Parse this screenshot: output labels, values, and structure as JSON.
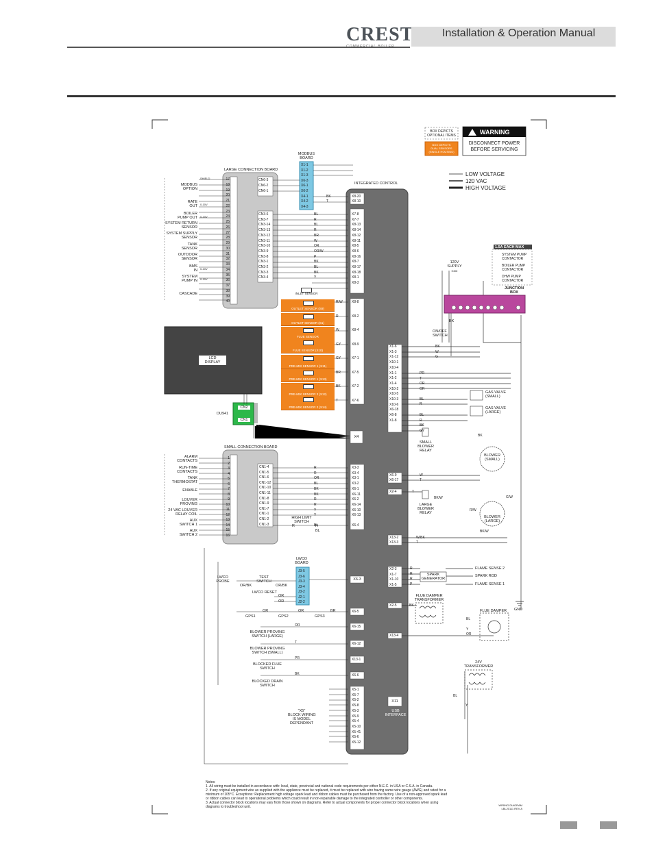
{
  "header": {
    "brand": "CREST",
    "brand_sub": "COMMERCIAL BOILER",
    "title": "Installation & Operation Manual"
  },
  "warning": {
    "title": "WARNING",
    "body1": "DISCONNECT POWER",
    "body2": "BEFORE SERVICING"
  },
  "legend_optional": {
    "text1": "BOX DEPICTS",
    "text2": "OPTIONAL ITEMS"
  },
  "legend_dual": {
    "text1": "BOX DEPICTS",
    "text2": "DUAL SENSORS",
    "text3": "(SINGLE HOUSING)"
  },
  "legend_lines": [
    "LOW VOLTAGE",
    "120 VAC",
    "HIGH VOLTAGE"
  ],
  "large_board": {
    "title": "LARGE CONNECTION BOARD",
    "terminals": [
      "17",
      "18",
      "19",
      "20",
      "21",
      "22",
      "23",
      "24",
      "25",
      "26",
      "27",
      "28",
      "29",
      "30",
      "31",
      "32",
      "33",
      "34",
      "35",
      "36",
      "37",
      "38",
      "39",
      "40"
    ],
    "field_labels": [
      {
        "name": "MODBUS OPTION",
        "l1": "MODBUS",
        "l2": "OPTION"
      },
      {
        "name": "RATE OUT",
        "l1": "RATE",
        "l2": "OUT"
      },
      {
        "name": "BOILER PUMP OUT",
        "l1": "BOILER",
        "l2": "PUMP OUT"
      },
      {
        "name": "SYSTEM RETURN SENSOR",
        "l1": "SYSTEM RETURN",
        "l2": "SENSOR"
      },
      {
        "name": "SYSTEM SUPPLY SENSOR",
        "l1": "SYSTEM SUPPLY",
        "l2": "SENSOR"
      },
      {
        "name": "TANK SENSOR",
        "l1": "TANK",
        "l2": "SENSOR"
      },
      {
        "name": "OUTDOOR SENSOR",
        "l1": "OUTDOOR",
        "l2": "SENSOR"
      },
      {
        "name": "BMS IN",
        "l1": "BMS",
        "l2": "IN"
      },
      {
        "name": "SYSTEM PUMP IN",
        "l1": "SYSTEM",
        "l2": "PUMP IN"
      },
      {
        "name": "CASCADE",
        "l1": "CASCADE",
        "l2": ""
      }
    ],
    "connectors": [
      "CN6-3",
      "CN6-2",
      "CN6-1",
      "CN3-6",
      "CN3-7",
      "CN3-14",
      "CN3-13",
      "CN3-12",
      "CN3-11",
      "CN3-10",
      "CN3-9",
      "CN3-8",
      "CN3-1",
      "CN3-2",
      "CN3-3",
      "CN3-4"
    ],
    "small_labels": [
      "SHIELD",
      "0-10V",
      "0-10V",
      "0-10V",
      "0-10V"
    ]
  },
  "modbus": {
    "title": "MODBUS",
    "title2": "BOARD",
    "pins": [
      "X1-1",
      "X1-2",
      "X1-3",
      "X6-3",
      "X6-1",
      "X6-2",
      "X4-1",
      "X4-2",
      "X4-3"
    ]
  },
  "ic": {
    "title": "INTEGRATED CONTROL",
    "left_top": [
      "X8-20",
      "X8-10"
    ],
    "left_top_colors": [
      "BK",
      "T"
    ],
    "left_mid": [
      "X7-8",
      "X7-7",
      "X8-13",
      "X8-14",
      "X8-12",
      "X8-11",
      "X8-5",
      "X8-6",
      "X8-16",
      "X8-7",
      "X8-17",
      "X8-18",
      "X8-1",
      "X8-3"
    ],
    "left_mid_colors": [
      "BL",
      "R",
      "BL",
      "R",
      "BR",
      "W",
      "OR",
      "OR/W",
      "P",
      "BK",
      "BL",
      "BK",
      "Y",
      ""
    ],
    "sensor_pins": [
      "X8-8",
      "X8-2",
      "X8-4",
      "X8-9",
      "X7-1",
      "X7-5",
      "X7-2",
      "X7-6"
    ],
    "sensor_colors": [
      "R/W",
      "R",
      "W",
      "GY",
      "GY",
      "BR",
      "BK",
      "T"
    ],
    "x4": "X4",
    "left_low": [
      "X3-3",
      "X3-4",
      "X3-1",
      "X3-2",
      "X6-1",
      "X6-11",
      "X6-2",
      "X6-14",
      "X6-10",
      "X6-13",
      "X6-4"
    ],
    "left_low_colors": [
      "R",
      "R",
      "OR",
      "BL",
      "BK",
      "BK",
      "R",
      "R",
      "Y",
      "Y",
      "BL"
    ],
    "x63": "X6-3",
    "switch_pins": [
      "X6-5",
      "X6-15",
      "X6-12",
      "X13-1",
      "X6-6"
    ],
    "x5_pins": [
      "X5-1",
      "X5-7",
      "X5-2",
      "X5-8",
      "X5-3",
      "X5-9",
      "X5-4",
      "X5-10",
      "X5-41",
      "X5-6",
      "X5-12"
    ],
    "right_pins": [
      "X1-6",
      "X1-3",
      "X1-12",
      "X10-1",
      "X10-4",
      "X1-1",
      "X1-2",
      "X1-4",
      "X10-2",
      "X10-5",
      "X10-3",
      "X10-6",
      "X6-18",
      "X6-8",
      "X1-8"
    ],
    "right_pins2": [
      "X6-9",
      "X6-17"
    ],
    "right_pins3": [
      "X2-4"
    ],
    "right_pins4": [
      "X13-2",
      "X13-3"
    ],
    "right_pins5": [
      "X2-3",
      "X1-7",
      "X1-10",
      "X1-5"
    ],
    "right_pins6": [
      "X2-5"
    ],
    "right_pins7": [
      "X13-4"
    ],
    "x11": "X11",
    "usb1": "USB",
    "usb2": "INTERFACE"
  },
  "sensors": [
    {
      "name": "INLET SENSOR"
    },
    {
      "name": "OUTLET SENSOR (S9)"
    },
    {
      "name": "OUTLET SENSOR (S1)"
    },
    {
      "name": "FLUE SENSOR"
    },
    {
      "name": "FLUE SENSOR (S10)"
    },
    {
      "name": "PRE-MIX SENSOR 1 (S11)"
    },
    {
      "name": "PRE-MIX SENSOR 1 (S13)"
    },
    {
      "name": "PRE-MIX SENSOR 2 (S12)"
    },
    {
      "name": "PRE-MIX SENSOR 2 (S14)"
    }
  ],
  "lcd": {
    "l1": "LCD",
    "l2": "DISPLAY",
    "cn2": "CN2",
    "cn1": "CN1",
    "du": "DU941"
  },
  "small_board": {
    "title": "SMALL CONNECTION BOARD",
    "terminals": [
      "1",
      "2",
      "3",
      "4",
      "5",
      "6",
      "7",
      "8",
      "9",
      "10",
      "11",
      "12",
      "13",
      "14",
      "15",
      "16"
    ],
    "connectors": [
      "CN1-4",
      "CN1-5",
      "CN1-6",
      "CN1-12",
      "CN1-10",
      "CN1-11",
      "CN1-8",
      "CN1-9",
      "CN1-7",
      "CN1-1",
      "CN1-2",
      "CN1-3"
    ],
    "field_labels": [
      {
        "l1": "ALARM",
        "l2": "CONTACTS"
      },
      {
        "l1": "RUN-TIME",
        "l2": "CONTACTS"
      },
      {
        "l1": "TANK",
        "l2": "THERMOSTAT"
      },
      {
        "l1": "ENABLE",
        "l2": ""
      },
      {
        "l1": "LOUVER",
        "l2": "PROVING"
      },
      {
        "l1": "24 VAC LOUVER",
        "l2": "RELAY COIL"
      },
      {
        "l1": "AUX",
        "l2": "SWITCH 1"
      },
      {
        "l1": "AUX",
        "l2": "SWITCH 2"
      }
    ]
  },
  "high_limit": {
    "l1": "HIGH LIMIT",
    "l2": "SWITCH",
    "c1": "R",
    "c2": "R",
    "c3": "BL"
  },
  "lwco": {
    "title": "LWCO",
    "title2": "BOARD",
    "pins": [
      "J3-5",
      "J3-6",
      "J3-3",
      "J3-4",
      "J3-2",
      "J2-1",
      "J2-2"
    ],
    "probe1": "LWCO",
    "probe2": "PROBE",
    "test1": "TEST",
    "test2": "SWITCH",
    "reset": "LWCO RESET",
    "c1": "OR/BK",
    "c2": "OR/BK",
    "c3": "OR",
    "c4": "OR"
  },
  "gps": {
    "gps1": "GPS1",
    "gps2": "GPS2",
    "gps3": "GPS3",
    "or1": "OR",
    "or2": "OR",
    "br": "BR"
  },
  "switches": [
    {
      "l1": "BLOWER PROVING",
      "l2": "SWITCH (LARGE)",
      "color": "OR"
    },
    {
      "l1": "BLOWER PROVING",
      "l2": "SWITCH (SMALL)",
      "color": "T"
    },
    {
      "l1": "BLOCKED FLUE",
      "l2": "SWITCH",
      "color": "PR"
    },
    {
      "l1": "BLOCKED DRAIN",
      "l2": "SWITCH",
      "color": "BK"
    }
  ],
  "x5_note": {
    "l1": "\"X5\"",
    "l2": "BLOCK WIRING",
    "l3": "IS MODEL",
    "l4": "DEPENDANT"
  },
  "right": {
    "fuse": "1.5A EACH MAX",
    "contactors": [
      {
        "l1": "SYSTEM PUMP",
        "l2": "CONTACTOR"
      },
      {
        "l1": "BOILER PUMP",
        "l2": "CONTACTOR"
      },
      {
        "l1": "DHW PUMP",
        "l2": "CONTACTOR"
      }
    ],
    "supply1": "120V",
    "supply2": "SUPPLY",
    "gnd_small": "GND",
    "jbox1": "JUNCTION",
    "jbox2": "BOX",
    "onoff1": "ON/OFF",
    "onoff2": "SWITCH",
    "bk": "BK",
    "gas_small1": "GAS VALVE",
    "gas_small2": "(SMALL)",
    "gas_large1": "GAS VALVE",
    "gas_large2": "(LARGE)",
    "sbr1": "SMALL",
    "sbr2": "BLOWER",
    "sbr3": "RELAY",
    "lbr1": "LARGE",
    "lbr2": "BLOWER",
    "lbr3": "RELAY",
    "blower_small1": "BLOWER",
    "blower_small2": "(SMALL)",
    "blower_large1": "BLOWER",
    "blower_large2": "(LARGE)",
    "spark1": "SPARK",
    "spark2": "GENERATOR",
    "flame2": "FLAME SENSE 2",
    "sparkrod": "SPARK ROD",
    "flame1": "FLAME SENSE 1",
    "fdt1": "FLUE DAMPER",
    "fdt2": "TRANSFORMER",
    "fd": "FLUE DAMPER",
    "gnd": "GND",
    "t24a": "24V",
    "t24b": "TRANSFORMER",
    "colors1": [
      "BK",
      "W",
      "G"
    ],
    "colors2": [
      "PR",
      "T",
      "OR",
      "OR"
    ],
    "colors3": [
      "BL",
      "R"
    ],
    "colors4": [
      "BL",
      "R",
      "BK",
      "GY"
    ],
    "colors5": [
      "W",
      "T"
    ],
    "colors6": [
      "T",
      "BK/W"
    ],
    "colors7": [
      "W/BK",
      "T"
    ],
    "colors8": [
      "R",
      "R",
      "R",
      "P"
    ],
    "colors9": [
      "BK",
      "BL",
      "Y",
      "OR"
    ],
    "colors10": [
      "BL",
      "Y"
    ],
    "misc_colors": [
      "BK",
      "R/W",
      "BK/W",
      "G/W"
    ]
  },
  "notes": {
    "title": "Notes:",
    "n1": "1. All wiring must be installed in accordance with: local, state, provincial and national code requirements per either N.E.C. in USA or C.S.A. in Canada.",
    "n2a": "2. If any original equipment wire as supplied with the appliance must be replaced, it must be replaced with wire having same wire gauge (AWG) and rated for a",
    "n2b": "minimum of 105°C.  Exceptions:  Replacement high voltage spark lead and ribbon cables must be purchased from the factory.  Use of a non-approved spark lead",
    "n2c": "or ribbon cables can lead to operational problems which could result in non-repairable damage to the integrated controller or other components.",
    "n3a": "3. Actual connector block locations may vary from those shown on diagrams.  Refer to actual components for proper connector block locations when using",
    "n3b": "diagrams to troubleshoot unit."
  },
  "diagram_id": {
    "l1": "WIRING DIAGRAM",
    "l2": "LBL20111 REV A"
  }
}
